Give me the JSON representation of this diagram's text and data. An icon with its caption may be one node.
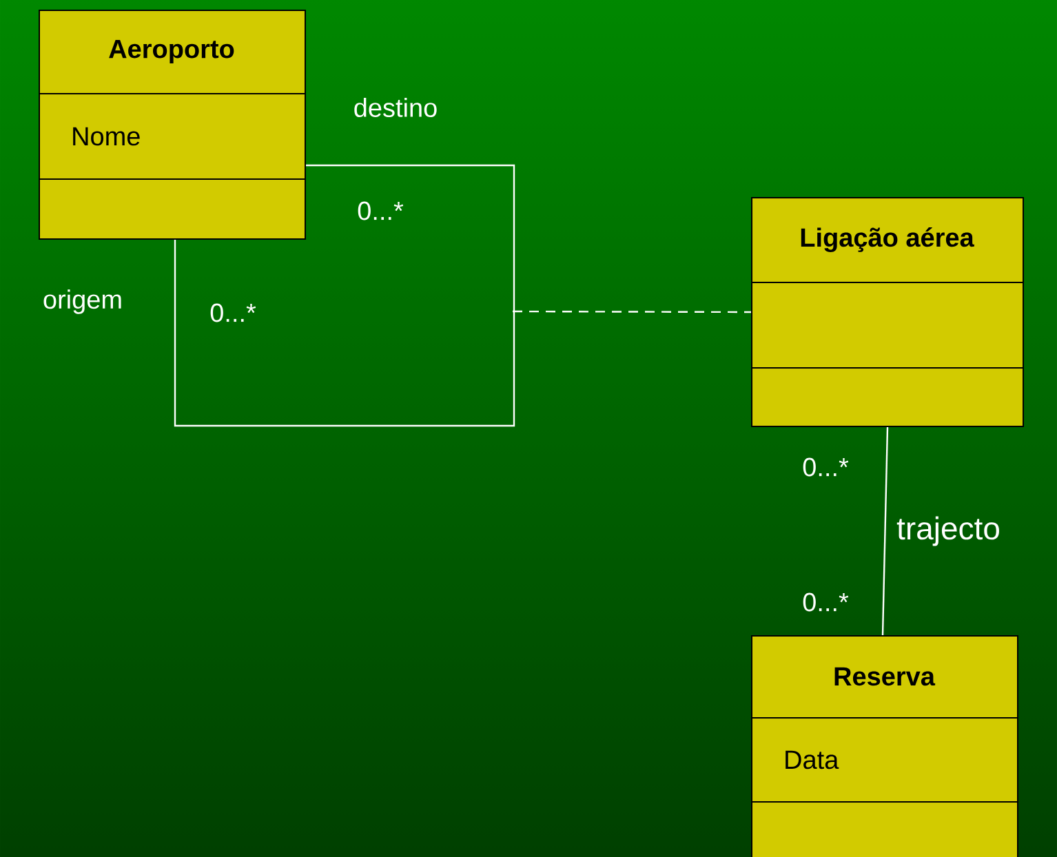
{
  "diagram": {
    "nodes": [
      {
        "text": [
          "Aeroporto",
          "Nome"
        ]
      },
      {
        "text": [
          "Ligação aérea"
        ]
      },
      {
        "text": [
          "Reserva",
          "Data"
        ]
      }
    ],
    "edges": [
      {
        "from": 0,
        "to": 0,
        "arrow": "none"
      },
      {
        "from": null,
        "to": 1,
        "arrow": "none",
        "style": "dashed"
      },
      {
        "from": 1,
        "to": 2,
        "arrow": "none",
        "label": "trajecto"
      }
    ],
    "labels": [
      "destino",
      "0...*",
      "origem",
      "0...*",
      "0...*",
      "0...*"
    ]
  }
}
